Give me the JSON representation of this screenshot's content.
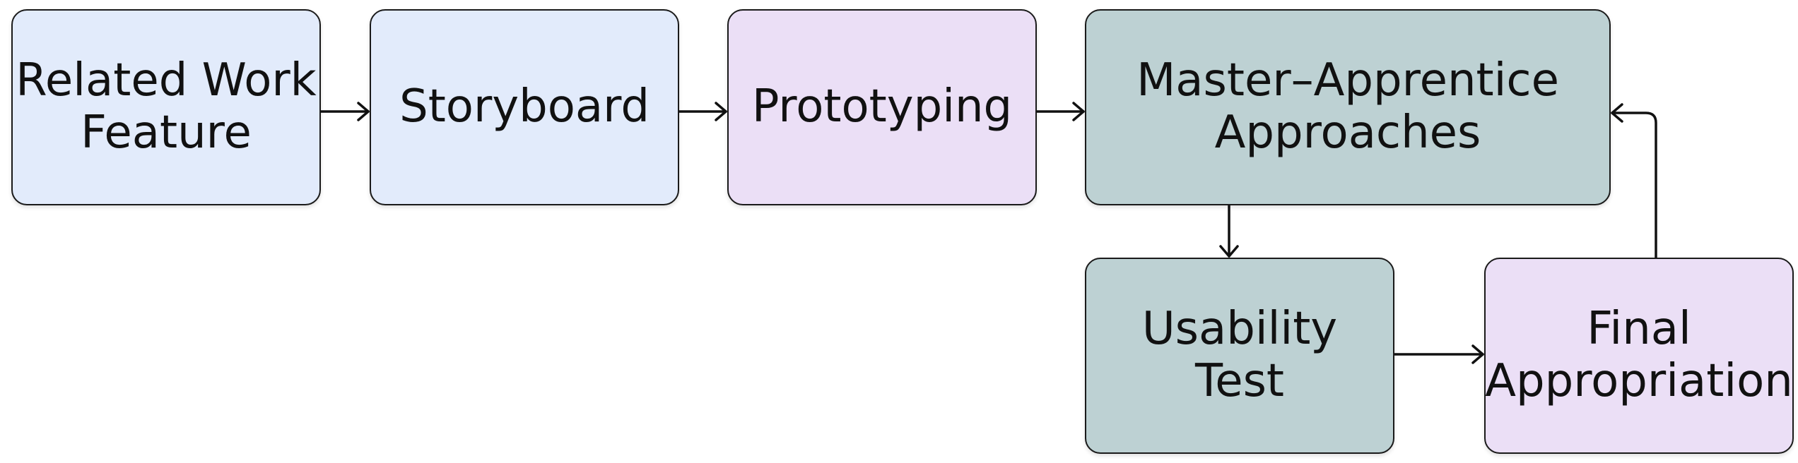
{
  "colors": {
    "blue_node": "#e2ebfb",
    "purple_node": "#ebdff6",
    "teal_node": "#bdd1d3",
    "border": "#1a1a1a",
    "arrow": "#111111"
  },
  "nodes": [
    {
      "id": "related",
      "label": "Related Work\nFeature",
      "fill": "#e2ebfb"
    },
    {
      "id": "story",
      "label": "Storyboard",
      "fill": "#e2ebfb"
    },
    {
      "id": "proto",
      "label": "Prototyping",
      "fill": "#ebdff6"
    },
    {
      "id": "master",
      "label": "Master–Apprentice\nApproaches",
      "fill": "#bdd1d3"
    },
    {
      "id": "usab",
      "label": "Usability\nTest",
      "fill": "#bdd1d3"
    },
    {
      "id": "final",
      "label": "Final\nAppropriation",
      "fill": "#ebdff6"
    }
  ],
  "edges": [
    {
      "from": "related",
      "to": "story"
    },
    {
      "from": "story",
      "to": "proto"
    },
    {
      "from": "proto",
      "to": "master"
    },
    {
      "from": "master",
      "to": "usab"
    },
    {
      "from": "usab",
      "to": "final"
    },
    {
      "from": "final",
      "to": "master"
    }
  ]
}
